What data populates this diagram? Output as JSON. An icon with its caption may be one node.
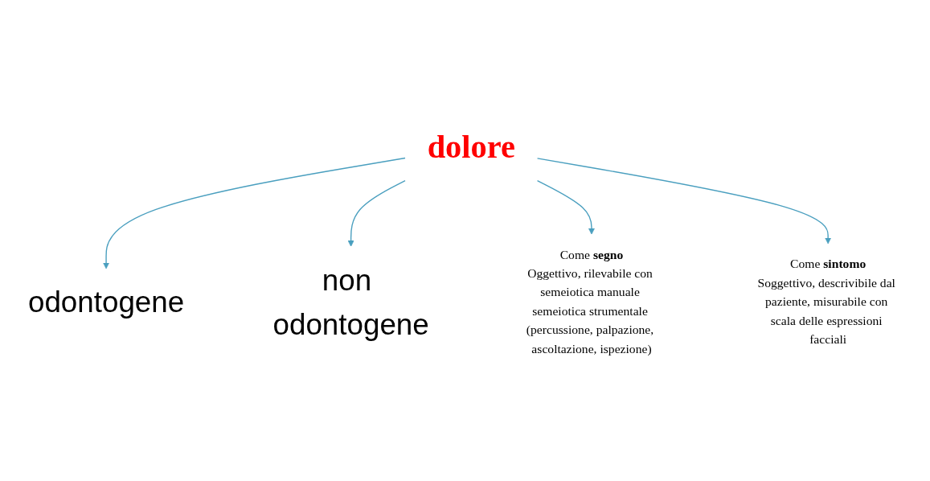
{
  "diagram": {
    "nodes": [
      {
        "text": [
          "dolore"
        ]
      },
      {
        "text": [
          "odontogene"
        ]
      },
      {
        "text": [
          "non odontogene"
        ]
      },
      {
        "text": [
          "Come **segno**",
          "Oggettivo, rilevabile con semeiotica manuale semeiotica strumentale (percussione, palpazione, ascoltazione, ispezione)"
        ]
      },
      {
        "text": [
          "Come **sintomo**",
          "Soggettivo, descrivibile dal paziente, misurabile con scala delle espressioni facciali"
        ]
      }
    ],
    "edges": [
      {
        "from": 0,
        "to": 1,
        "arrow": "to",
        "color": "#4a9fbf"
      },
      {
        "from": 0,
        "to": 2,
        "arrow": "to",
        "color": "#4a9fbf"
      },
      {
        "from": 0,
        "to": 3,
        "arrow": "to",
        "color": "#4a9fbf"
      },
      {
        "from": 0,
        "to": 4,
        "arrow": "to",
        "color": "#4a9fbf"
      }
    ]
  }
}
